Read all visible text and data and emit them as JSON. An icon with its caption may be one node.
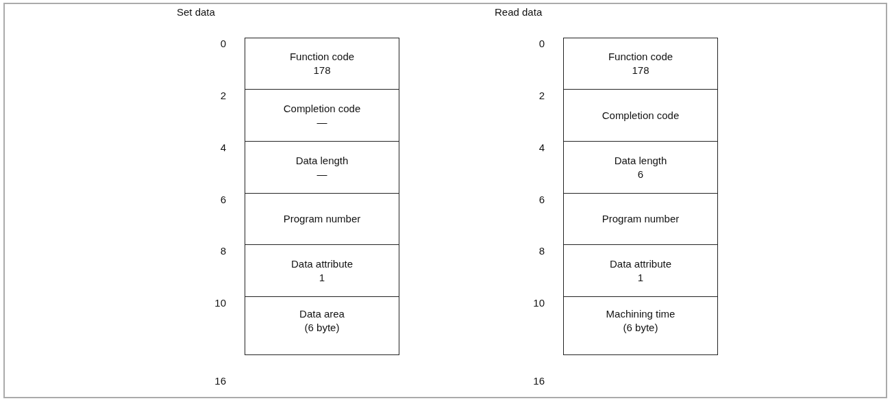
{
  "diagram": {
    "nodes": [
      {
        "text": [
          "Function code",
          "178"
        ]
      },
      {
        "text": [
          "Completion code",
          "—"
        ]
      },
      {
        "text": [
          "Data length",
          "—"
        ]
      },
      {
        "text": [
          "Program number"
        ]
      },
      {
        "text": [
          "Data attribute",
          "1"
        ]
      },
      {
        "text": [
          "Data area",
          "(6 byte)"
        ]
      },
      {
        "text": [
          "Function code",
          "178"
        ]
      },
      {
        "text": [
          "Completion code"
        ]
      },
      {
        "text": [
          "Data length",
          "6"
        ]
      },
      {
        "text": [
          "Program number"
        ]
      },
      {
        "text": [
          "Data attribute",
          "1"
        ]
      },
      {
        "text": [
          "Machining time",
          "(6 byte)"
        ]
      }
    ],
    "labels": [
      "Set data",
      "0",
      "2",
      "4",
      "6",
      "8",
      "10",
      "16",
      "Read data",
      "0",
      "2",
      "4",
      "6",
      "8",
      "10",
      "16"
    ]
  }
}
